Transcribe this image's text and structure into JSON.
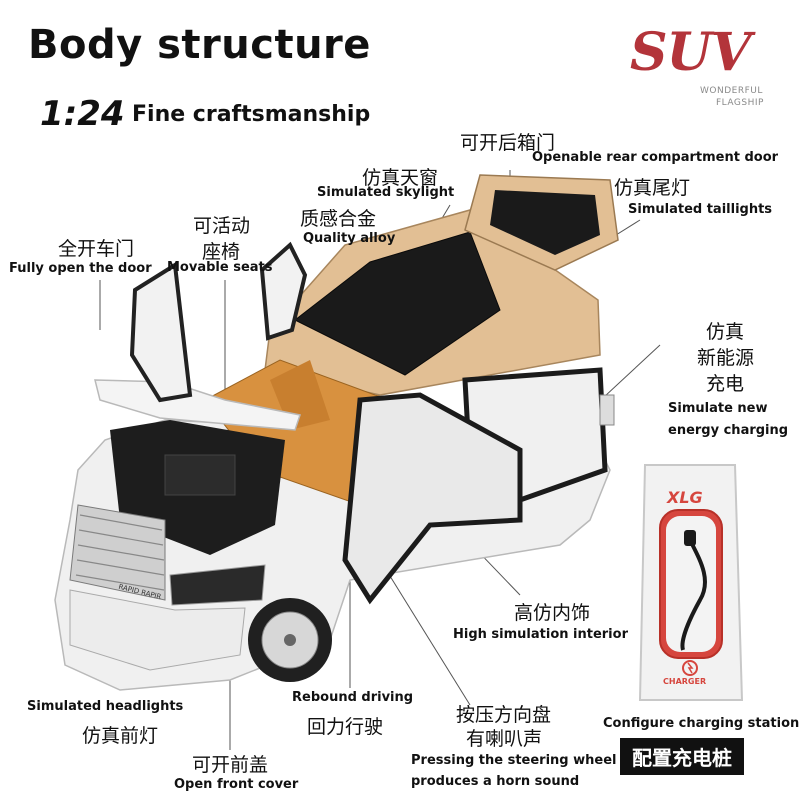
{
  "header": {
    "title": "Body structure",
    "scale": "1:24",
    "subtitle": "Fine craftsmanship",
    "brand": "SUV",
    "brand_tag_line1": "WONDERFUL",
    "brand_tag_line2": "FLAGSHIP"
  },
  "callouts": {
    "rear_door_cn": "可开后箱门",
    "rear_door_en": "Openable rear compartment door",
    "skylight_cn": "仿真天窗",
    "skylight_en": "Simulated skylight",
    "taillights_cn": "仿真尾灯",
    "taillights_en": "Simulated taillights",
    "seats_cn_1": "可活动",
    "seats_cn_2": "座椅",
    "seats_en": "Movable seats",
    "alloy_cn": "质感合金",
    "alloy_en": "Quality alloy",
    "door_cn": "全开车门",
    "door_en": "Fully open the door",
    "energy_cn_1": "仿真",
    "energy_cn_2": "新能源",
    "energy_cn_3": "充电",
    "energy_en_1": "Simulate new",
    "energy_en_2": "energy charging",
    "interior_cn": "高仿内饰",
    "interior_en": "High simulation interior",
    "headlights_en": "Simulated headlights",
    "headlights_cn": "仿真前灯",
    "rebound_en": "Rebound driving",
    "rebound_cn": "回力行驶",
    "horn_cn_1": "按压方向盘",
    "horn_cn_2": "有喇叭声",
    "horn_en_1": "Pressing the steering wheel",
    "horn_en_2": "produces a horn sound",
    "charging_station_en": "Configure charging station",
    "charging_station_cn": "配置充电桩",
    "front_cover_cn": "可开前盖",
    "front_cover_en": "Open front cover"
  },
  "charger": {
    "brand": "XLG",
    "label": "CHARGER"
  },
  "car": {
    "plate_text": "RAPID RAPIR",
    "accent_color": "#e2bf94",
    "body_color": "#f2f2f2",
    "interior_color": "#d8913f"
  }
}
